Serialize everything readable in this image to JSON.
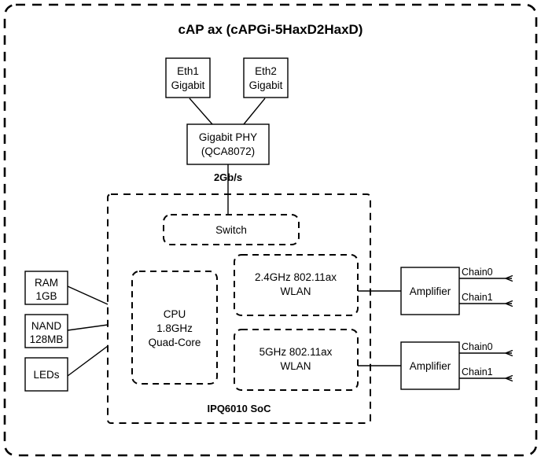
{
  "diagram": {
    "title": "cAP ax (cAPGi-5HaxD2HaxD)",
    "soc_label": "IPQ6010 SoC",
    "link_label": "2Gb/s",
    "colors": {
      "background": "#ffffff",
      "stroke": "#000000",
      "box_fill": "#ffffff"
    },
    "blocks": {
      "eth1": {
        "line1": "Eth1",
        "line2": "Gigabit"
      },
      "eth2": {
        "line1": "Eth2",
        "line2": "Gigabit"
      },
      "phy": {
        "line1": "Gigabit PHY",
        "line2": "(QCA8072)"
      },
      "switch": {
        "line1": "Switch"
      },
      "cpu": {
        "line1": "CPU",
        "line2": "1.8GHz",
        "line3": "Quad-Core"
      },
      "wlan24": {
        "line1": "2.4GHz 802.11ax",
        "line2": "WLAN"
      },
      "wlan5": {
        "line1": "5GHz 802.11ax",
        "line2": "WLAN"
      },
      "ram": {
        "line1": "RAM",
        "line2": "1GB"
      },
      "nand": {
        "line1": "NAND",
        "line2": "128MB"
      },
      "leds": {
        "line1": "LEDs"
      },
      "amplifier_top": {
        "line1": "Amplifier"
      },
      "amplifier_bottom": {
        "line1": "Amplifier"
      }
    },
    "chains": {
      "amp_top_chain0": "Chain0",
      "amp_top_chain1": "Chain1",
      "amp_bottom_chain0": "Chain0",
      "amp_bottom_chain1": "Chain1"
    }
  }
}
